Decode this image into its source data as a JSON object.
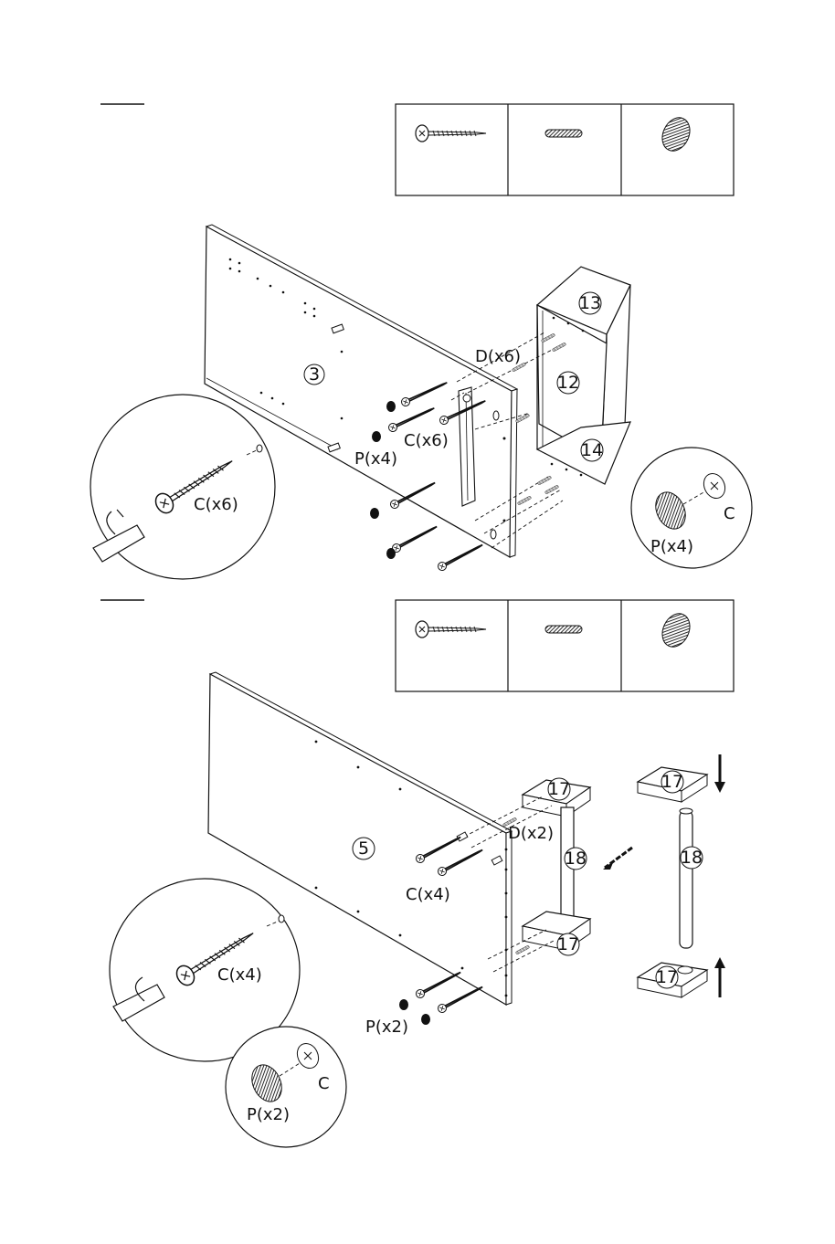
{
  "colors": {
    "line": "#111111",
    "background": "#ffffff"
  },
  "step_one": {
    "hardware_icons": [
      "screw-icon",
      "dowel-icon",
      "cap-icon"
    ],
    "panel_numbers": {
      "back": "3",
      "top": "13",
      "middle": "12",
      "bottom": "14"
    },
    "labels": {
      "dowels": "D(x6)",
      "screws_a": "C(x6)",
      "caps": "P(x4)",
      "detail_screws": "C(x6)",
      "detail_caps": "P(x4)",
      "detail_c": "C"
    }
  },
  "step_two": {
    "hardware_icons": [
      "screw-icon",
      "dowel-icon",
      "cap-icon"
    ],
    "panel_numbers": {
      "back": "5",
      "bracket_top": "17",
      "post": "18",
      "bracket_bottom": "17",
      "exploded_top": "17",
      "exploded_post": "18",
      "exploded_bottom": "17"
    },
    "labels": {
      "dowels": "D(x2)",
      "screws": "C(x4)",
      "caps": "P(x2)",
      "detail_screws": "C(x4)",
      "detail_caps": "P(x2)",
      "detail_c": "C"
    }
  }
}
